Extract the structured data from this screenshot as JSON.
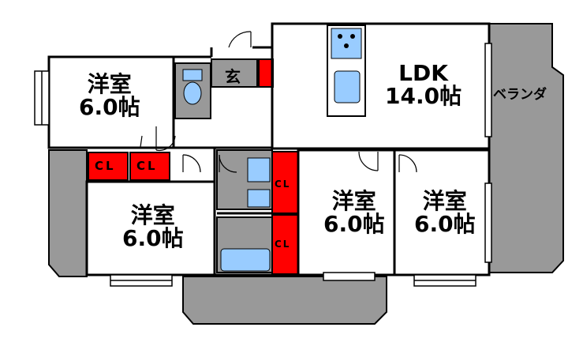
{
  "rooms": {
    "western_topleft": {
      "name": "洋室",
      "size": "6.0帖"
    },
    "ldk": {
      "name": "LDK",
      "size": "14.0帖"
    },
    "western_left": {
      "name": "洋室",
      "size": "6.0帖"
    },
    "western_center": {
      "name": "洋室",
      "size": "6.0帖"
    },
    "western_right": {
      "name": "洋室",
      "size": "6.0帖"
    }
  },
  "labels": {
    "genkan": "玄",
    "veranda": "ベランダ",
    "closet": "CL"
  },
  "colors": {
    "closet": "#ff0000",
    "balcony": "#999999",
    "fixture": "#99ccff",
    "utility": "#999999",
    "wall": "#000000"
  }
}
